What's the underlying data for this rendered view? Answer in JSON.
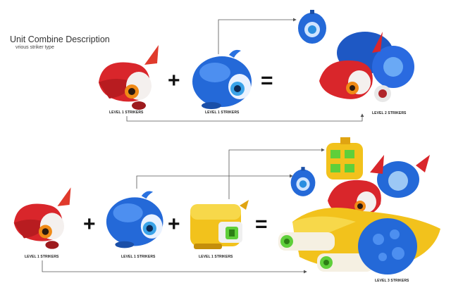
{
  "header": {
    "title": "Unit Combine Description",
    "subtitle": "vrious striker type"
  },
  "row1": {
    "operators": [
      "+",
      "="
    ],
    "labels": [
      "LEVEL 1 STRIKERS",
      "LEVEL 1 STRIKERS",
      "LEVEL 2 STRIKERS"
    ]
  },
  "row2": {
    "operators": [
      "+",
      "+",
      "="
    ],
    "labels": [
      "LEVEL 1 STRIKERS",
      "LEVEL 1 STRIKERS",
      "LEVEL 1 STRIKERS",
      "LEVEL 3 STRIKERS"
    ]
  },
  "colors": {
    "red_striker": "#d9262b",
    "blue_striker": "#2469d8",
    "yellow_striker": "#f2c21c",
    "connector_line": "#555555"
  },
  "units": [
    {
      "name": "red-bird-striker",
      "color": "red"
    },
    {
      "name": "blue-whale-striker",
      "color": "blue"
    },
    {
      "name": "yellow-box-striker",
      "color": "yellow"
    }
  ]
}
